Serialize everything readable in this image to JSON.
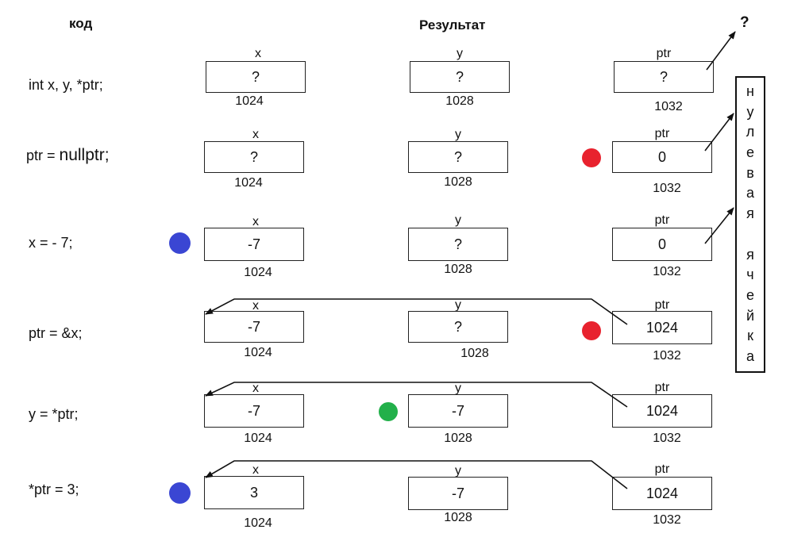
{
  "headers": {
    "code": "код",
    "result": "Результат",
    "question": "?"
  },
  "var_names": {
    "x": "x",
    "y": "y",
    "ptr": "ptr"
  },
  "rows": [
    {
      "code": "int x, y, *ptr;",
      "x_val": "?",
      "y_val": "?",
      "ptr_val": "?",
      "x_addr": "1024",
      "y_addr": "1028",
      "ptr_addr": "1032",
      "dot": null
    },
    {
      "code_prefix": "ptr = ",
      "code_main": "nullptr;",
      "x_val": "?",
      "y_val": "?",
      "ptr_val": "0",
      "x_addr": "1024",
      "y_addr": "1028",
      "ptr_addr": "1032",
      "dot": {
        "column": "ptr",
        "color": "#e8222e"
      }
    },
    {
      "code": "x = - 7;",
      "x_val": "-7",
      "y_val": "?",
      "ptr_val": "0",
      "x_addr": "1024",
      "y_addr": "1028",
      "ptr_addr": "1032",
      "dot": {
        "column": "x",
        "color": "#3a46d3"
      }
    },
    {
      "code": "ptr = &x;",
      "x_val": "-7",
      "y_val": "?",
      "ptr_val": "1024",
      "x_addr": "1024",
      "y_addr": "1028",
      "ptr_addr": "1032",
      "dot": {
        "column": "ptr",
        "color": "#e8222e"
      }
    },
    {
      "code": "y = *ptr;",
      "x_val": "-7",
      "y_val": "-7",
      "ptr_val": "1024",
      "x_addr": "1024",
      "y_addr": "1028",
      "ptr_addr": "1032",
      "dot": {
        "column": "y",
        "color": "#22b04a"
      }
    },
    {
      "code": "*ptr = 3;",
      "x_val": "3",
      "y_val": "-7",
      "ptr_val": "1024",
      "x_addr": "1024",
      "y_addr": "1028",
      "ptr_addr": "1032",
      "dot": {
        "column": "x",
        "color": "#3a46d3"
      }
    }
  ],
  "null_cell_letters": [
    "н",
    "у",
    "л",
    "е",
    "в",
    "а",
    "я",
    "",
    "я",
    "ч",
    "е",
    "й",
    "к",
    "а"
  ],
  "colors": {
    "red": "#e8222e",
    "blue": "#3a46d3",
    "green": "#22b04a",
    "stroke": "#111111"
  }
}
